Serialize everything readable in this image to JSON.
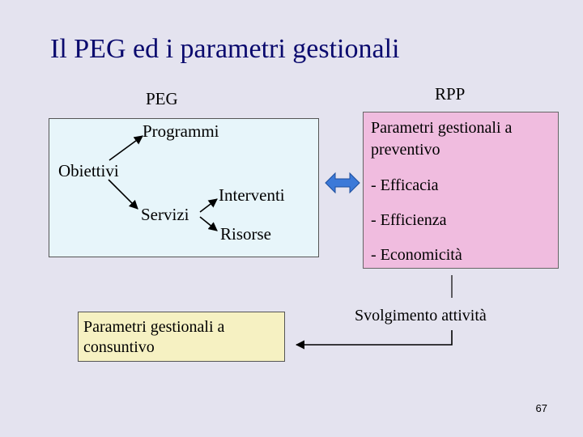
{
  "slide": {
    "title": "Il PEG ed i parametri gestionali",
    "page_number": "67"
  },
  "peg": {
    "heading": "PEG",
    "programmi": "Programmi",
    "obiettivi": "Obiettivi",
    "servizi": "Servizi",
    "interventi": "Interventi",
    "risorse": "Risorse"
  },
  "rpp": {
    "heading": "RPP",
    "line1": "Parametri gestionali a",
    "line2": "preventivo",
    "efficacia": "- Efficacia",
    "efficienza": "- Efficienza",
    "economicita": "- Economicità"
  },
  "flow": {
    "svolgimento": "Svolgimento attività",
    "consuntivo_line1": "Parametri gestionali a",
    "consuntivo_line2": "consuntivo"
  },
  "colors": {
    "background": "#e4e3ef",
    "title": "#0a0a6e",
    "peg_box": "#e7f5fa",
    "rpp_box": "#f0bcdf",
    "consuntivo_box": "#f6f1c2",
    "double_arrow": "#3b79d8"
  }
}
